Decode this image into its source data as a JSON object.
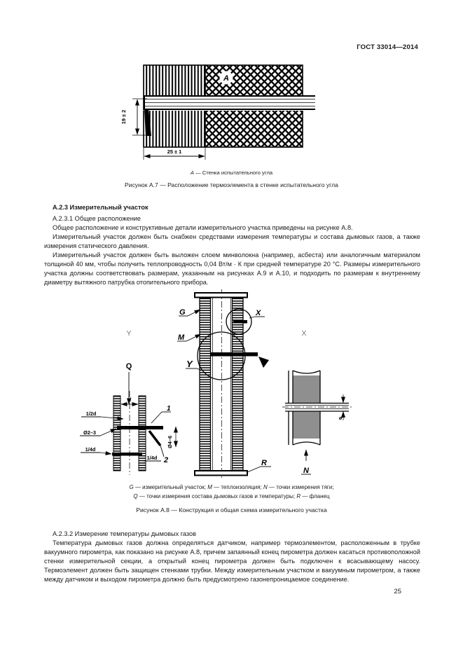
{
  "page": {
    "header": "ГОСТ 33014—2014",
    "page_number": "25"
  },
  "figure_a7": {
    "wall_label": "A",
    "dim_vertical": "19 ± 2",
    "dim_horizontal": "25 ± 1",
    "legend_key": "A",
    "legend_text": " — Стенка испытательного угла",
    "caption": "Рисунок А.7 — Расположение термоэлемента в стенке испытательного угла"
  },
  "section_a23": {
    "heading": "А.2.3 Измерительный участок",
    "subheading": "А.2.3.1 Общее расположение",
    "p1": "Общее расположение и конструктивные детали измерительного участка приведены на рисунке А.8.",
    "p2": "Измерительный участок должен быть снабжен средствами измерения температуры и состава дымовых газов, а также измерения статического давления.",
    "p3": "Измерительный участок должен быть выложен слоем минволокна (например, асбеста) или аналогичным материалом толщиной 40 мм, чтобы получить теплопроводность 0,04 Вт/м · К при средней температуре 20 °С. Размеры измерительного участка должны соответствовать размерам, указанным на рисунках А.9 и А.10, и подходить по размерам к внутреннему диаметру вытяжного патрубка отопительного прибора."
  },
  "figure_a8": {
    "callouts": {
      "g": "G",
      "m": "M",
      "x": "X",
      "y": "Y",
      "q": "Q",
      "r": "R",
      "n": "N",
      "view_y": "Y",
      "view_x": "X",
      "pointer_1": "1",
      "pointer_2": "2"
    },
    "dims": {
      "d": "d",
      "half_d": "1/2d",
      "dia_2_3": "Ø2–3",
      "quarter_d_left": "1/4d",
      "quarter_d_right": "1/4d",
      "dia_4_6": "Ø4–6",
      "dia_small": "ø"
    },
    "legend": {
      "g": "G",
      "g_text": " — измерительный участок; ",
      "m": "M",
      "m_text": " — теплоизоляция; ",
      "n": "N",
      "n_text": " — точки измерения тяги;",
      "q": "Q",
      "q_text": " — точки измерения состава дымовых газов и температуры; ",
      "r": "R",
      "r_text": " — фланец"
    },
    "caption": "Рисунок А.8 — Конструкция и общая схема измерительного участка"
  },
  "section_a232": {
    "subheading": "А.2.3.2 Измерение температуры дымовых газов",
    "p1": "Температура дымовых газов должна определяться датчиком, например термоэлементом, расположенным в трубке вакуумного пирометра, как показано на рисунке А.8, причем запаянный конец пирометра должен касаться противоположной стенки измерительной секции, а открытый конец пирометра должен быть подключен к всасывающему насосу. Термоэлемент должен быть защищен стенками трубки. Между измерительным участком и вакуумным пирометром, а также между датчиком и выходом пирометра должно быть предусмотрено газонепроницаемое соединение."
  }
}
